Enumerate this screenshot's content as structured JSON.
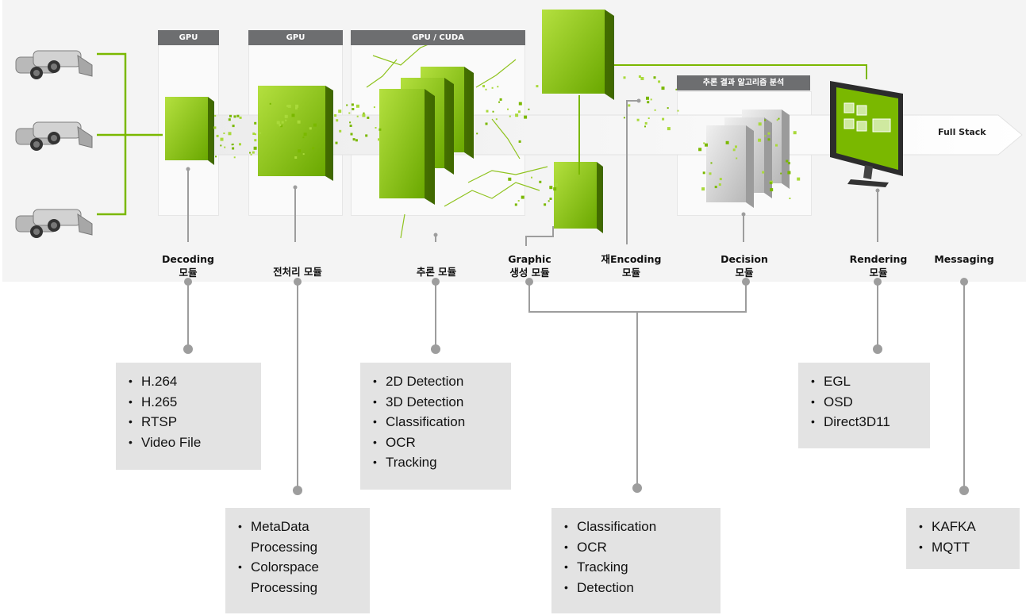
{
  "headers": {
    "gpu1": "GPU",
    "gpu2": "GPU",
    "gpu_cuda": "GPU / CUDA",
    "decision_header": "추론 결과 알고리즘 분석"
  },
  "full_stack": "Full Stack",
  "modules": {
    "decoding": [
      "Decoding",
      "모듈"
    ],
    "preprocess": [
      "전처리 모듈"
    ],
    "inference": [
      "추론 모듈"
    ],
    "graphic": [
      "Graphic",
      "생성 모듈"
    ],
    "reencoding": [
      "재Encoding",
      "모듈"
    ],
    "decision": [
      "Decision",
      "모듈"
    ],
    "rendering": [
      "Rendering",
      "모듈"
    ],
    "messaging": [
      "Messaging"
    ]
  },
  "info_boxes": {
    "decoding": [
      "H.264",
      "H.265",
      "RTSP",
      "Video File"
    ],
    "preprocess": [
      "MetaData",
      "Processing",
      "Colorspace",
      "Processing"
    ],
    "inference": [
      "2D Detection",
      "3D Detection",
      "Classification",
      "OCR",
      "Tracking"
    ],
    "graphic_decision": [
      "Classification",
      "OCR",
      "Tracking",
      "Detection"
    ],
    "rendering": [
      "EGL",
      "OSD",
      "Direct3D11"
    ],
    "messaging": [
      "KAFKA",
      "MQTT"
    ]
  },
  "colors": {
    "green": "#7ab800",
    "green_light": "#a9d93a",
    "green_dark": "#4f7d00",
    "connector_gray": "#9d9d9d",
    "box_gray": "#e3e3e3",
    "header_gray": "#6d6e70"
  },
  "icons": [
    "cctv-camera-icon",
    "cctv-camera-icon",
    "cctv-camera-icon",
    "monitor-icon"
  ]
}
